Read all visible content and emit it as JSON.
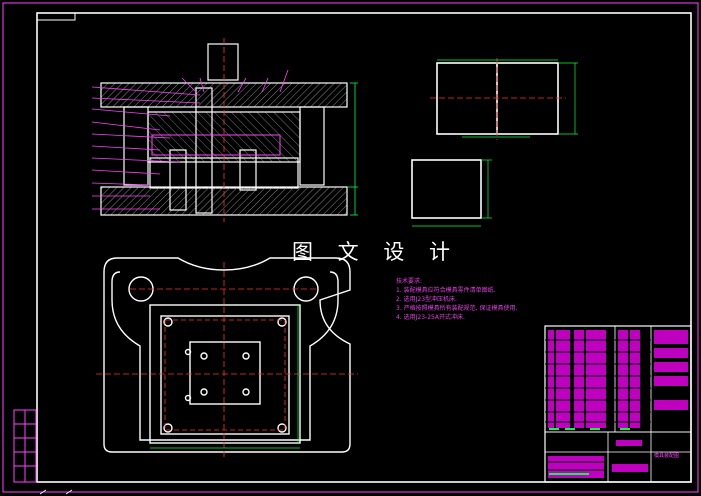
{
  "watermark": "图 文 设 计",
  "tech_requirements": {
    "title": "技术要求:",
    "lines": [
      "1. 装配模具应符合模具零件清单图纸.",
      "2. 选用J23型冲压机床.",
      "3. 严格按照模具所有装配规范, 保证模具使用.",
      "4. 选用J23-25A开式冲床."
    ]
  },
  "title_block_label": "模具装配图",
  "colors": {
    "background": "#000000",
    "line": "#ffffff",
    "centerline": "#ff3030",
    "dimension": "#00ff40",
    "callout": "#ff40ff",
    "fill": "#c000c0"
  }
}
